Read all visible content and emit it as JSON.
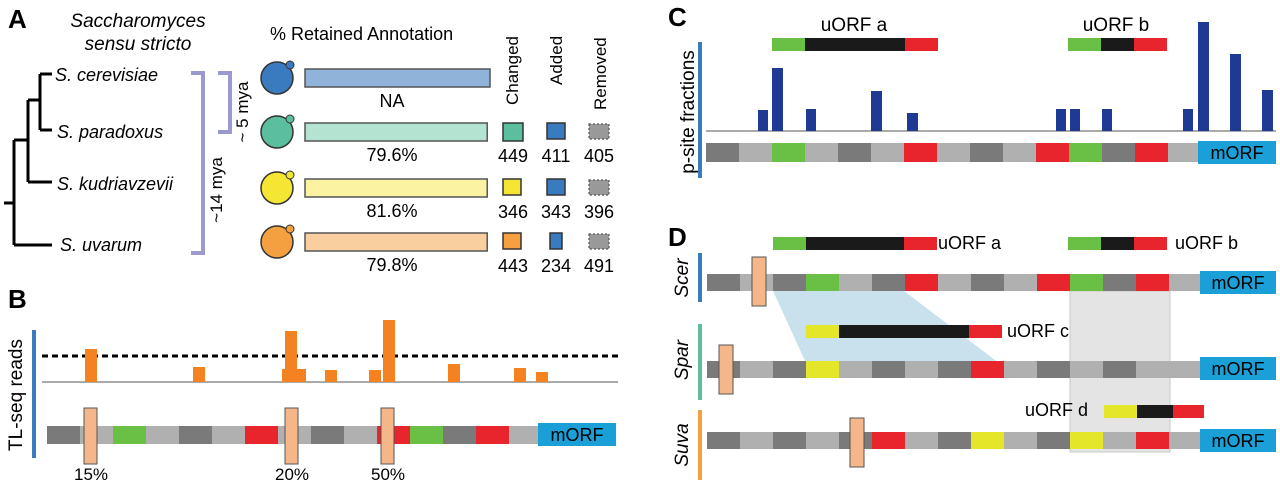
{
  "panel_a": {
    "label": "A",
    "title_line1": "Saccharomyces",
    "title_line2": "sensu stricto",
    "header": "% Retained Annotation",
    "col_changed": "Changed",
    "col_added": "Added",
    "col_removed": "Removed",
    "mya_small": "~ 5 mya",
    "mya_large": "~14 mya",
    "species": [
      {
        "name": "S. cerevisiae",
        "pct": "NA",
        "retained": 100,
        "color": "#3a7bbf",
        "bar_color": "#8fb3d9",
        "changed": "",
        "added": "",
        "removed": ""
      },
      {
        "name": "S. paradoxus",
        "pct": "79.6%",
        "retained": 79.6,
        "color": "#5bbf9f",
        "bar_color": "#b5e3d1",
        "changed": "449",
        "added": "411",
        "removed": "405"
      },
      {
        "name": "S. kudriavzevii",
        "pct": "81.6%",
        "retained": 81.6,
        "color": "#f5e634",
        "bar_color": "#fbf3a1",
        "changed": "346",
        "added": "343",
        "removed": "396"
      },
      {
        "name": "S. uvarum",
        "pct": "79.8%",
        "retained": 79.8,
        "color": "#f4a040",
        "bar_color": "#f9cfa0",
        "changed": "443",
        "added": "234",
        "removed": "491"
      }
    ]
  },
  "panel_b": {
    "label": "B",
    "ylabel": "TL-seq reads",
    "mORF": "mORF",
    "pcts": [
      "15%",
      "20%",
      "50%"
    ]
  },
  "panel_c": {
    "label": "C",
    "ylabel": "p-site fractions",
    "uorf_a": "uORF a",
    "uorf_b": "uORF b",
    "mORF": "mORF"
  },
  "panel_d": {
    "label": "D",
    "species": [
      "Scer",
      "Spar",
      "Suva"
    ],
    "uorf_a": "uORF a",
    "uorf_b": "uORF b",
    "uorf_c": "uORF c",
    "uorf_d": "uORF d",
    "mORF": "mORF"
  },
  "colors": {
    "dark_gray": "#7a7a7a",
    "light_gray": "#b0b0b0",
    "green": "#6abf45",
    "red": "#e8242c",
    "yellow": "#e3e629",
    "black": "#1a1a1a",
    "morf_blue": "#1a9fd6",
    "orange": "#f58220",
    "navy": "#1f3a93",
    "salmon": "#f5b68a"
  }
}
